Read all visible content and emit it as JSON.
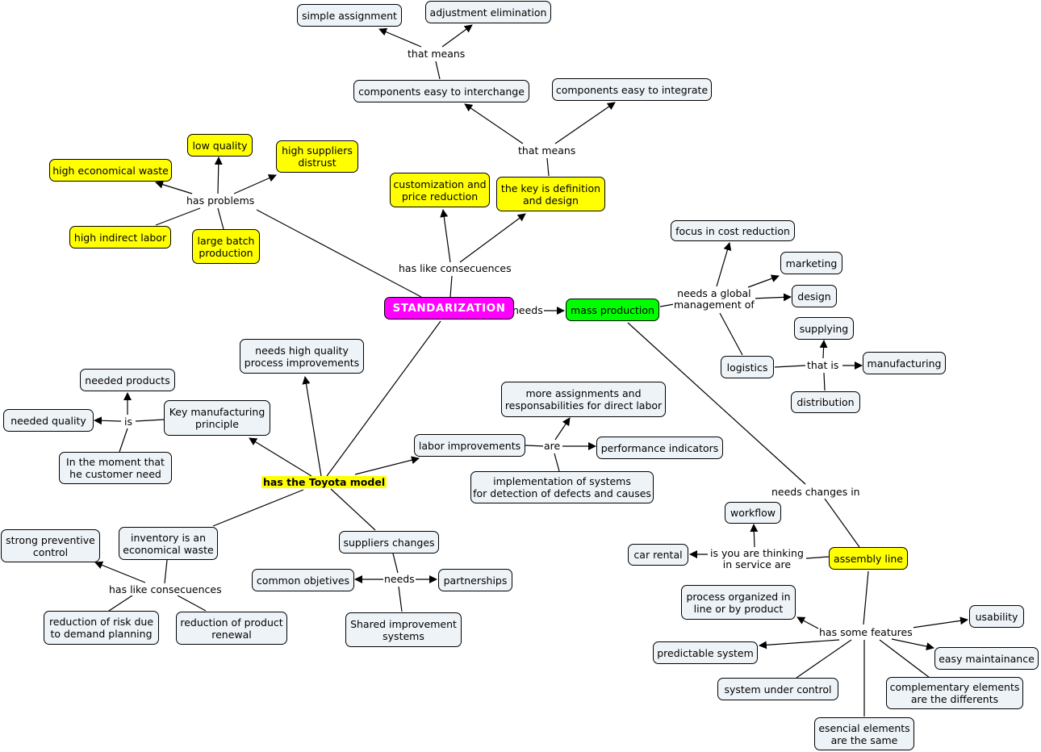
{
  "nodes": {
    "simple_assignment": "simple assignment",
    "adjustment_elimination": "adjustment elimination",
    "components_interchange": "components easy to interchange",
    "components_integrate": "components easy to integrate",
    "low_quality": "low quality",
    "high_suppliers_distrust": "high suppliers\ndistrust",
    "high_economical_waste": "high economical waste",
    "customization_price": "customization and\nprice reduction",
    "key_definition_design": "the key is definition\nand design",
    "high_indirect_labor": "high indirect labor",
    "large_batch_production": "large batch\nproduction",
    "focus_cost_reduction": "focus in cost reduction",
    "marketing": "marketing",
    "design": "design",
    "supplying": "supplying",
    "standarization": "STANDARIZATION",
    "mass_production": "mass production",
    "logistics": "logistics",
    "manufacturing": "manufacturing",
    "distribution": "distribution",
    "needs_high_quality": "needs high quality\nprocess improvements",
    "needed_products": "needed products",
    "key_manufacturing_principle": "Key manufacturing\nprinciple",
    "needed_quality": "needed quality",
    "more_assignments": "more assignments and\nresponsabilities for direct labor",
    "in_the_moment": "In the moment that\nhe customer need",
    "labor_improvements": "labor improvements",
    "performance_indicators": "performance indicators",
    "implementation_systems": "implementation of systems\nfor detection of defects and causes",
    "toyota_model": "has the Toyota model",
    "workflow": "workflow",
    "strong_preventive": "strong preventive\ncontrol",
    "inventory_waste": "inventory is an\neconomical waste",
    "suppliers_changes": "suppliers changes",
    "car_rental": "car rental",
    "assembly_line": "assembly line",
    "common_objetives": "common objetives",
    "partnerships": "partnerships",
    "process_organized": "process organized in\nline or by product",
    "usability": "usability",
    "reduction_risk": "reduction of risk due\nto demand planning",
    "reduction_product": "reduction of product\nrenewal",
    "shared_improvement": "Shared improvement\nsystems",
    "predictable_system": "predictable system",
    "easy_maintainance": "easy maintainance",
    "system_under_control": "system under control",
    "complementary_elements": "complementary elements\nare the differents",
    "esencial_elements": "esencial elements\nare the same"
  },
  "links": {
    "that_means_top": "that means",
    "that_means_mid": "that means",
    "has_problems": "has problems",
    "has_like_consecuences_top": "has like consecuences",
    "needs": "needs",
    "needs_global": "needs a global\nmanagement of",
    "that_is": "that is",
    "is": "is",
    "are": "are",
    "needs_changes_in": "needs changes in",
    "is_you_are_thinking": "is you are thinking\nin service are",
    "has_like_consecuences_bottom": "has like consecuences",
    "needs_suppliers": "needs",
    "has_some_features": "has some features"
  },
  "colors": {
    "concept_fill": "#eef3f7",
    "highlight_yellow": "#ffff00",
    "root_magenta": "#ff00ff",
    "mass_green": "#00ff00",
    "line": "#000000"
  }
}
